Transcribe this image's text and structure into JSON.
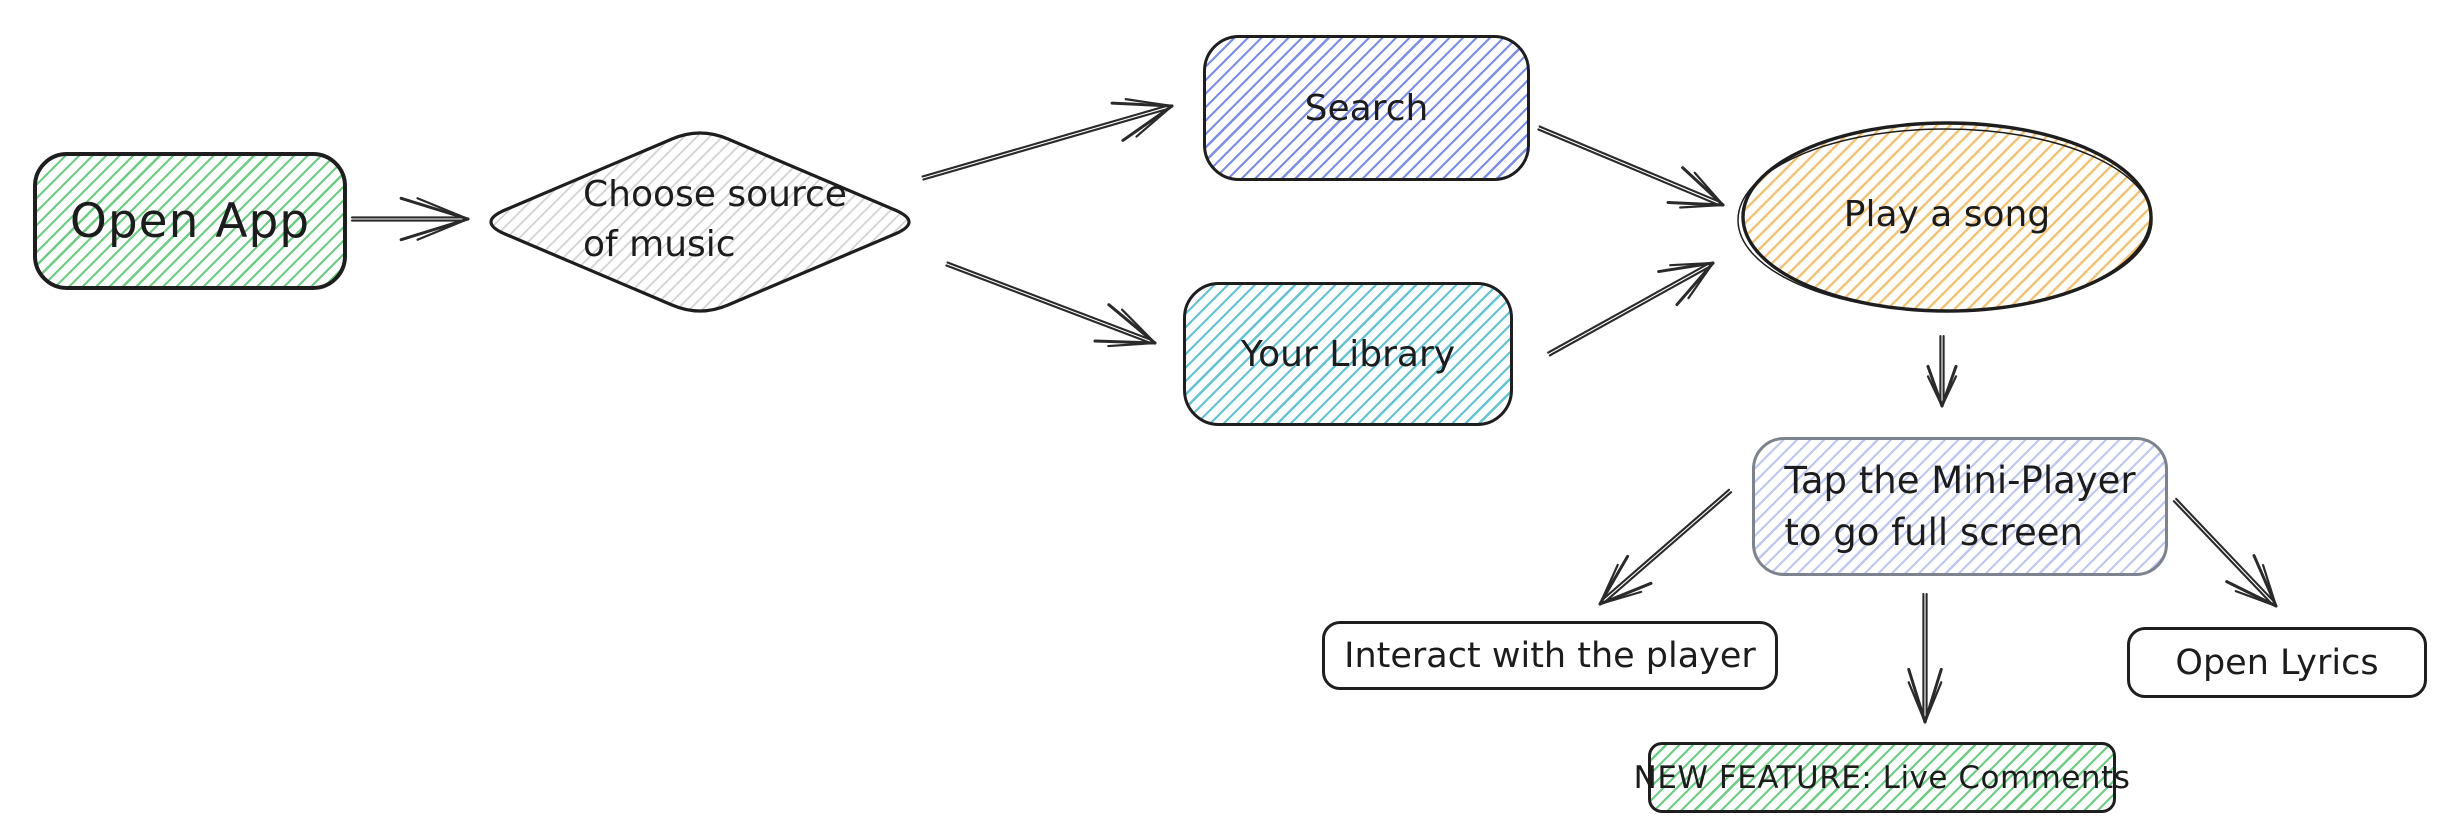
{
  "nodes": {
    "open_app": {
      "label": "Open App"
    },
    "choose_source": {
      "lines": [
        "Choose source",
        "of music"
      ]
    },
    "search": {
      "label": "Search"
    },
    "your_library": {
      "label": "Your Library"
    },
    "play_a_song": {
      "label": "Play a song"
    },
    "mini_player": {
      "lines": [
        "Tap the Mini-Player",
        "to go full screen"
      ]
    },
    "interact_player": {
      "label": "Interact with the player"
    },
    "new_feature": {
      "label": "NEW FEATURE: Live Comments"
    },
    "open_lyrics": {
      "label": "Open Lyrics"
    }
  },
  "colors": {
    "green_hatch": "#6bce83",
    "blue_hatch": "#7b8ef0",
    "cyan_hatch": "#5fc4d6",
    "orange_hatch": "#f4c26e",
    "periwinkle_hatch": "#bfc8f2",
    "gray_hatch": "#d0d0d0",
    "stroke_dark": "#1e1e1e",
    "stroke_gray": "#7d838c",
    "arrow_stroke": "#2a2a2a",
    "canvas_bg": "#ffffff"
  }
}
